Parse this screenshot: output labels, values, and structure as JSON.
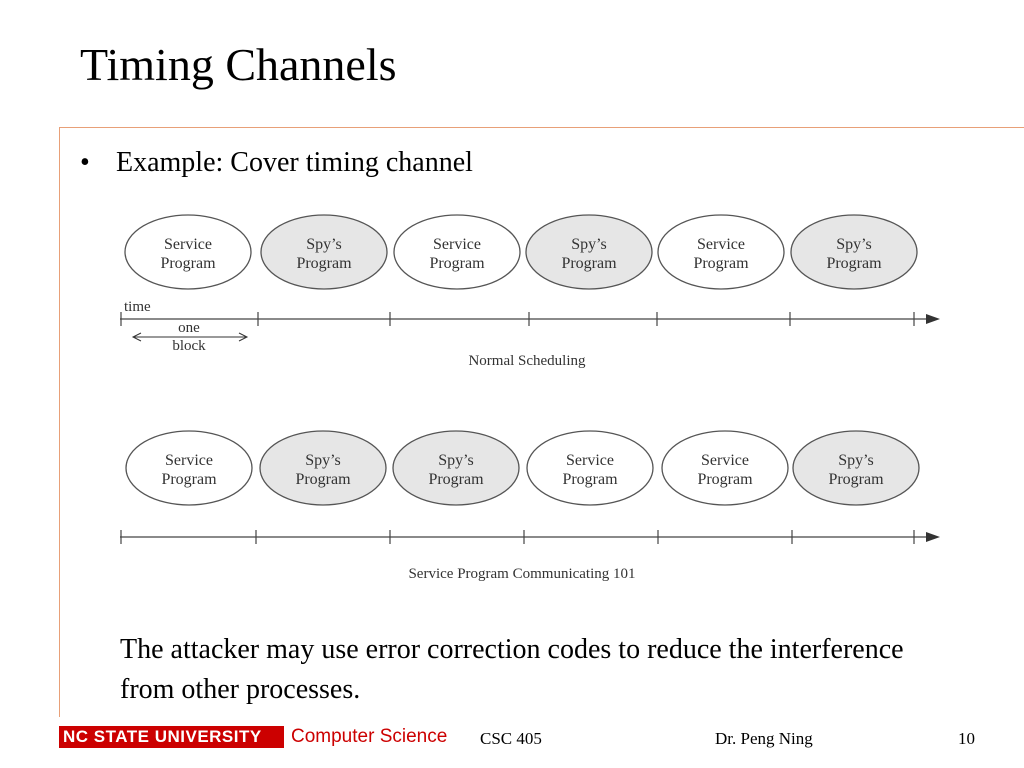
{
  "slide": {
    "title": "Timing Channels",
    "bullet": "Example: Cover timing channel",
    "body": "The attacker may use error correction codes to reduce the interference from other processes."
  },
  "diagram": {
    "normal": {
      "blocks": [
        {
          "line1": "Service",
          "line2": "Program",
          "kind": "service"
        },
        {
          "line1": "Spy’s",
          "line2": "Program",
          "kind": "spy"
        },
        {
          "line1": "Service",
          "line2": "Program",
          "kind": "service"
        },
        {
          "line1": "Spy’s",
          "line2": "Program",
          "kind": "spy"
        },
        {
          "line1": "Service",
          "line2": "Program",
          "kind": "service"
        },
        {
          "line1": "Spy’s",
          "line2": "Program",
          "kind": "spy"
        }
      ],
      "time_label": "time",
      "block_label_1": "one",
      "block_label_2": "block",
      "caption": "Normal  Scheduling"
    },
    "communicating": {
      "blocks": [
        {
          "line1": "Service",
          "line2": "Program",
          "kind": "service"
        },
        {
          "line1": "Spy’s",
          "line2": "Program",
          "kind": "spy"
        },
        {
          "line1": "Spy’s",
          "line2": "Program",
          "kind": "spy"
        },
        {
          "line1": "Service",
          "line2": "Program",
          "kind": "service"
        },
        {
          "line1": "Service",
          "line2": "Program",
          "kind": "service"
        },
        {
          "line1": "Spy’s",
          "line2": "Program",
          "kind": "spy"
        }
      ],
      "caption": "Service Program Communicating 101"
    },
    "colors": {
      "service_fill": "#ffffff",
      "spy_fill": "#e6e6e6",
      "stroke": "#555555"
    }
  },
  "footer": {
    "university": "NC STATE UNIVERSITY",
    "department": "Computer Science",
    "course": "CSC 405",
    "author": "Dr. Peng Ning",
    "page": "10",
    "brand_color": "#cc0000"
  }
}
